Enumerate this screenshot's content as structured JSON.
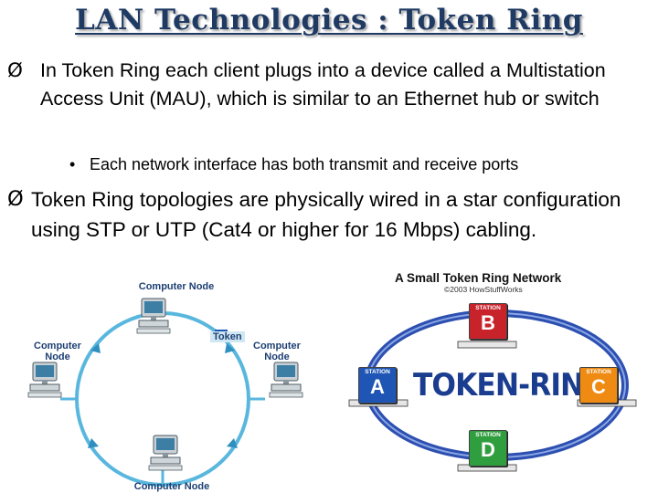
{
  "title": "LAN Technologies : Token Ring",
  "bullets": {
    "arrow": "Ø",
    "first": "In Token Ring each client plugs into a device called a Multistation Access Unit (MAU), which is similar to an Ethernet hub or switch",
    "sub_marker": "•",
    "sub": "Each network interface has both transmit and receive ports",
    "second": "Token Ring topologies are physically wired in a star configuration using STP or UTP (Cat4 or higher for 16 Mbps) cabling."
  },
  "left_diagram": {
    "top_node": "Computer Node",
    "left_node": "Computer Node",
    "right_node": "Computer Node",
    "bottom_node": "Computer Node",
    "token": "Token",
    "ring_color": "#59b7de",
    "node_label_color": "#1d3f73"
  },
  "right_diagram": {
    "title": "A Small Token Ring Network",
    "copyright": "©2003 HowStuffWorks",
    "ring_label": "TOKEN-RING",
    "station_caption": "STATION",
    "stations": [
      {
        "letter": "A",
        "color": "#1f56b5"
      },
      {
        "letter": "B",
        "color": "#c8232b"
      },
      {
        "letter": "C",
        "color": "#ef8a12"
      },
      {
        "letter": "D",
        "color": "#2f9e3f"
      }
    ],
    "ellipse_color": "#2d4fb0"
  }
}
